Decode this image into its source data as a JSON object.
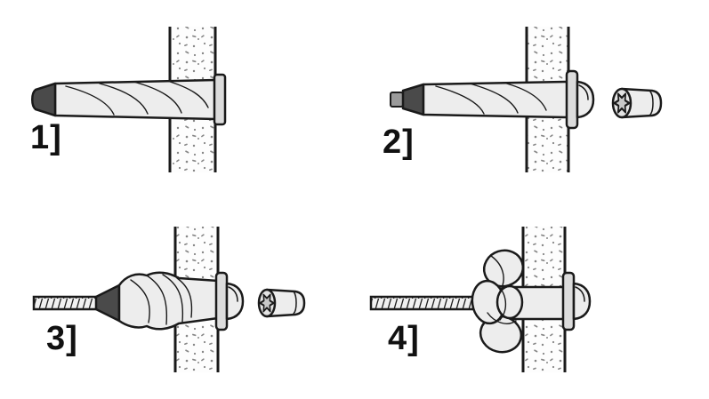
{
  "diagram": {
    "background_color": "#ffffff",
    "outline_color": "#1a1a1a",
    "metal_fill_color": "#ededed",
    "dark_metal_fill_color": "#4a4a4a",
    "wall_speckle_color": "#868686",
    "steps": [
      {
        "label": "1]"
      },
      {
        "label": "2]"
      },
      {
        "label": "3]"
      },
      {
        "label": "4]"
      }
    ]
  }
}
